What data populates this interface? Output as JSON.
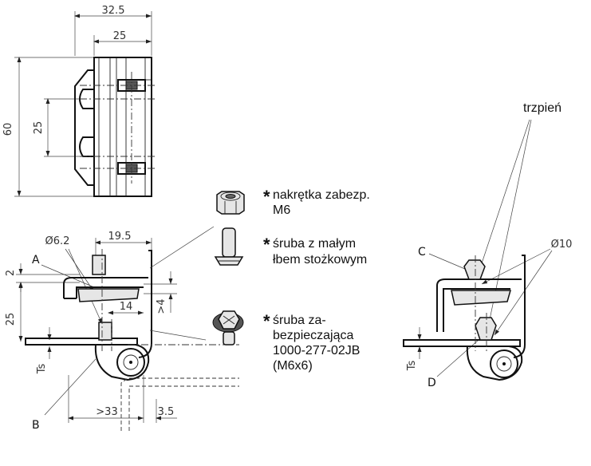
{
  "top_view": {
    "dim_32_5": "32.5",
    "dim_25_top": "25",
    "dim_60": "60",
    "dim_25_left": "25"
  },
  "side_view": {
    "dim_d6_2": "Ø6.2",
    "dim_19_5": "19.5",
    "dim_2": "2",
    "dim_4": ">4",
    "dim_14": "14",
    "dim_25": "25",
    "dim_ts": "Ts",
    "dim_33": ">33",
    "dim_3_5": "3.5",
    "label_a": "A",
    "label_b": "B"
  },
  "parts": {
    "nut_line1": "nakrętka zabezp.",
    "nut_line2": "M6",
    "screw_line1": "śruba z małym",
    "screw_line2": "łbem stożkowym",
    "secure_line1": "śruba za-",
    "secure_line2": "bezpieczająca",
    "secure_line3": "1000-277-02JB",
    "secure_line4": "(M6x6)",
    "asterisk": "*"
  },
  "right_view": {
    "label_trzpien": "trzpień",
    "dim_d10": "Ø10",
    "label_c": "C",
    "label_d": "D",
    "dim_ts": "Ts"
  }
}
